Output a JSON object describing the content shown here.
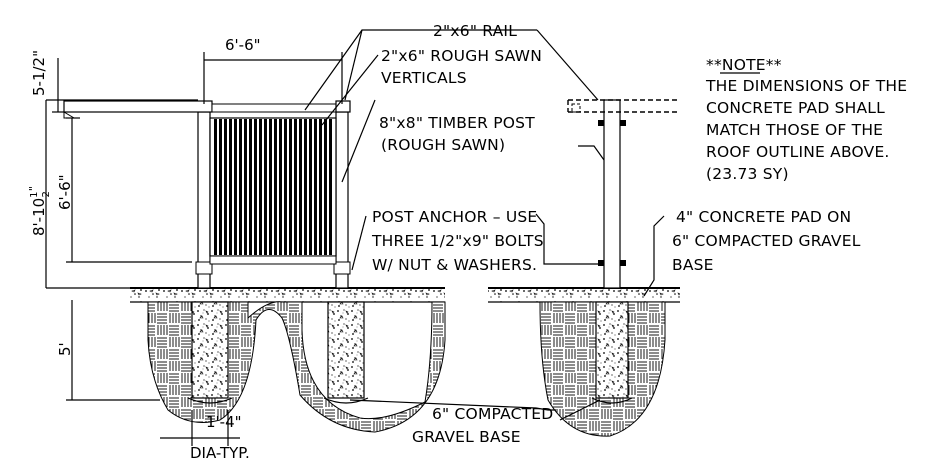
{
  "labels": {
    "rail": "2\"x6\" RAIL",
    "verticals_line1": "2\"x6\" ROUGH SAWN",
    "verticals_line2": "VERTICALS",
    "post_line1": "8\"x8\" TIMBER POST",
    "post_line2": "(ROUGH SAWN)",
    "anchor_line1": "POST ANCHOR – USE",
    "anchor_line2": "THREE 1/2\"x9\" BOLTS",
    "anchor_line3": "W/ NUT & WASHERS.",
    "pad_line1": "4\" CONCRETE PAD ON",
    "pad_line2": "6\" COMPACTED GRAVEL",
    "pad_line3": "BASE",
    "gravel_line1": "6\" COMPACTED",
    "gravel_line2": "GRAVEL BASE"
  },
  "note": {
    "title": "**NOTE**",
    "line1": "THE DIMENSIONS OF THE",
    "line2": "CONCRETE PAD SHALL",
    "line3": "MATCH THOSE OF THE",
    "line4": "ROOF OUTLINE ABOVE.",
    "line5": "(23.73 SY)"
  },
  "dimensions": {
    "panel_width": "6'-6\"",
    "rail_offset": "5-1/2\"",
    "overall_height_main": "8'-10",
    "overall_height_num": "1",
    "overall_height_den": "2",
    "overall_height_inch": "\"",
    "panel_height": "6'-6\"",
    "footing_depth": "5'",
    "footing_dia": "1'-4\"",
    "footing_dia_note": "DIA-TYP."
  }
}
